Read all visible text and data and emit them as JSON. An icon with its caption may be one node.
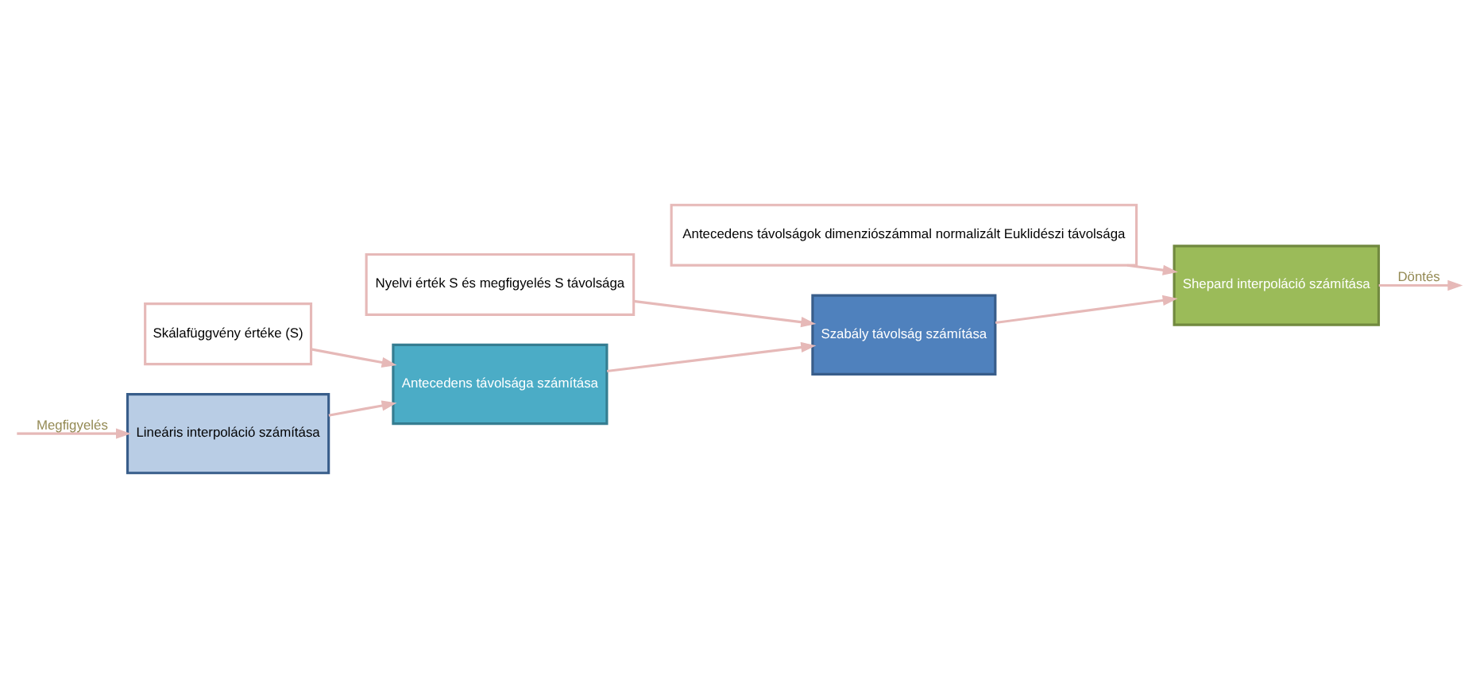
{
  "diagram": {
    "nodes": [
      {
        "text": [
          "Lineáris interpoláció számítása"
        ]
      },
      {
        "text": [
          "Antecedens távolsága számítása"
        ]
      },
      {
        "text": [
          "Szabály távolság számítása"
        ]
      },
      {
        "text": [
          "Shepard interpoláció számítása"
        ]
      },
      {
        "text": [
          "Skálafüggvény értéke (S)"
        ]
      },
      {
        "text": [
          "Nyelvi érték S és megfigyelés S távolsága"
        ]
      },
      {
        "text": [
          "Antecedens távolságok dimenziószámmal normalizált Euklidészi távolsága"
        ]
      }
    ],
    "edges": [
      {
        "from": null,
        "to": 0,
        "arrow": "to",
        "label": "Megfigyelés"
      },
      {
        "from": 0,
        "to": 1,
        "arrow": "to"
      },
      {
        "from": 1,
        "to": 2,
        "arrow": "to"
      },
      {
        "from": 2,
        "to": 3,
        "arrow": "to"
      },
      {
        "from": 3,
        "to": null,
        "arrow": "to",
        "label": "Döntés"
      },
      {
        "from": 4,
        "to": 1,
        "arrow": "to"
      },
      {
        "from": 5,
        "to": 2,
        "arrow": "to"
      },
      {
        "from": 6,
        "to": 3,
        "arrow": "to"
      }
    ]
  }
}
